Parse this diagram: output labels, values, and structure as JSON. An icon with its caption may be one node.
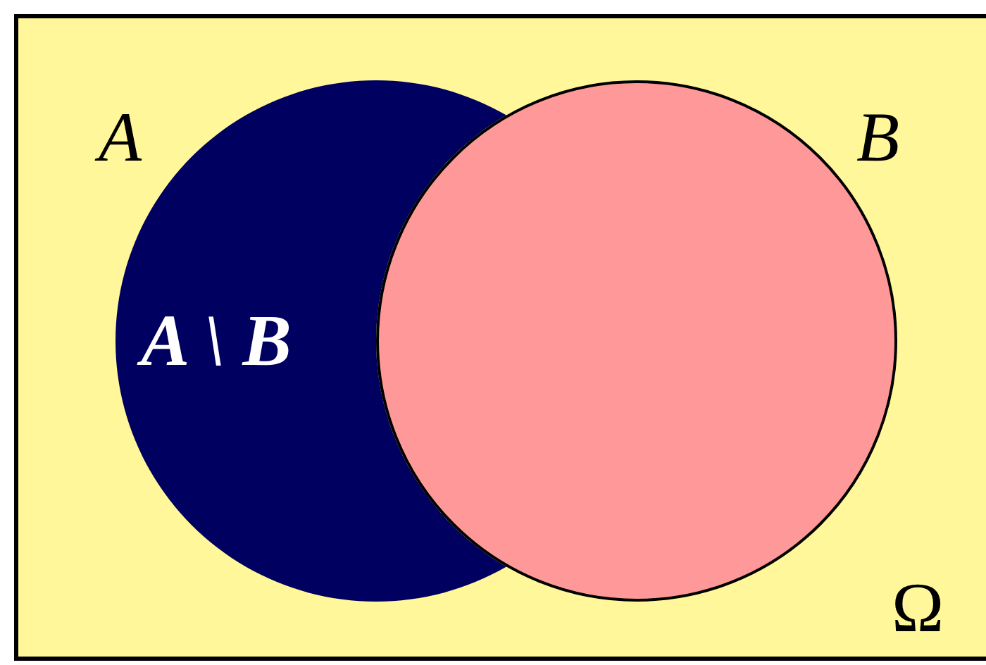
{
  "diagram": {
    "nodes": [
      {
        "text": [
          "Ω"
        ]
      },
      {
        "text": [
          "A",
          "A \\ B"
        ],
        "in": 0
      },
      {
        "text": [
          "B"
        ],
        "in": 0
      }
    ]
  }
}
